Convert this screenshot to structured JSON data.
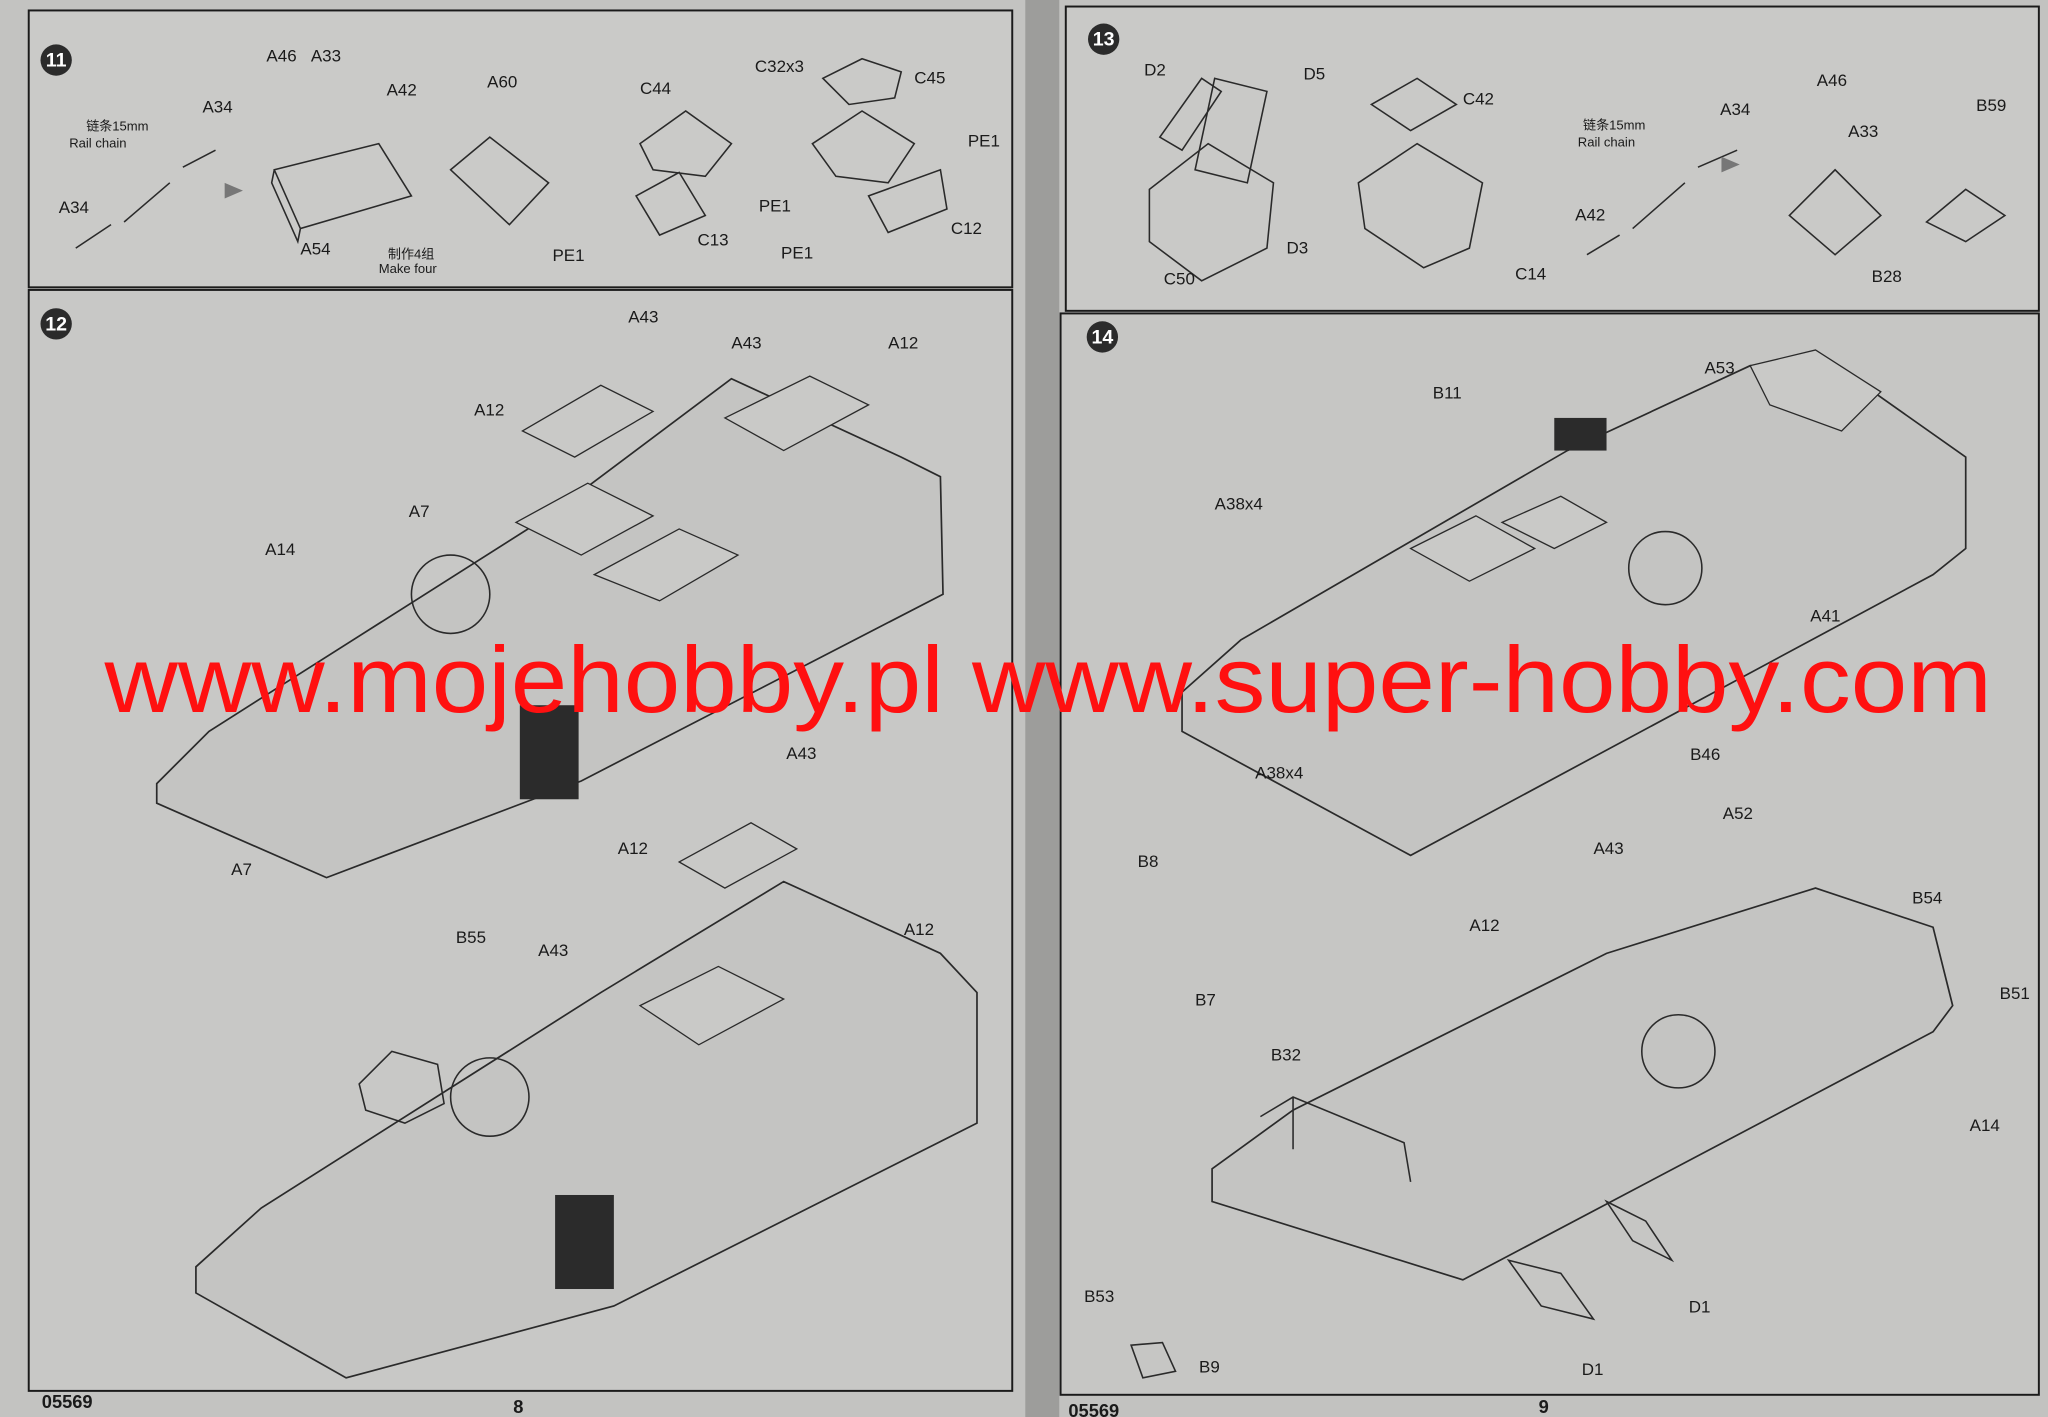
{
  "left_page": {
    "step11": {
      "number": "11",
      "labels": [
        "A46",
        "A33",
        "A42",
        "A34",
        "链条15mm",
        "Rail chain",
        "A34",
        "A54",
        "制作4组",
        "Make four",
        "A60",
        "C44",
        "C32x3",
        "C45",
        "PE1",
        "PE1",
        "C13",
        "PE1",
        "PE1",
        "C12"
      ]
    },
    "step12": {
      "number": "12",
      "labels": [
        "A43",
        "A43",
        "A12",
        "A12",
        "A7",
        "A14",
        "A7",
        "A43",
        "A12",
        "A12",
        "B55",
        "A43"
      ]
    },
    "code": "05569",
    "page_number": "8"
  },
  "right_page": {
    "step13": {
      "number": "13",
      "labels": [
        "D2",
        "D5",
        "C42",
        "A34",
        "链条15mm",
        "Rail chain",
        "A42",
        "A46",
        "A33",
        "B59",
        "C50",
        "D3",
        "C14",
        "B28"
      ]
    },
    "step14": {
      "number": "14",
      "labels": [
        "A53",
        "B11",
        "A38x4",
        "A41",
        "B46",
        "A38x4",
        "A52",
        "A43",
        "B8",
        "B54",
        "A12",
        "B7",
        "B51",
        "B32",
        "A14",
        "D1",
        "B53",
        "B9",
        "D1"
      ]
    },
    "code": "05569",
    "page_number": "9"
  },
  "watermark": "www.mojehobby.pl www.super-hobby.com",
  "colors": {
    "watermark": "#ff1010",
    "paper": "#c6c6c4",
    "ink": "#1a1a1a"
  }
}
